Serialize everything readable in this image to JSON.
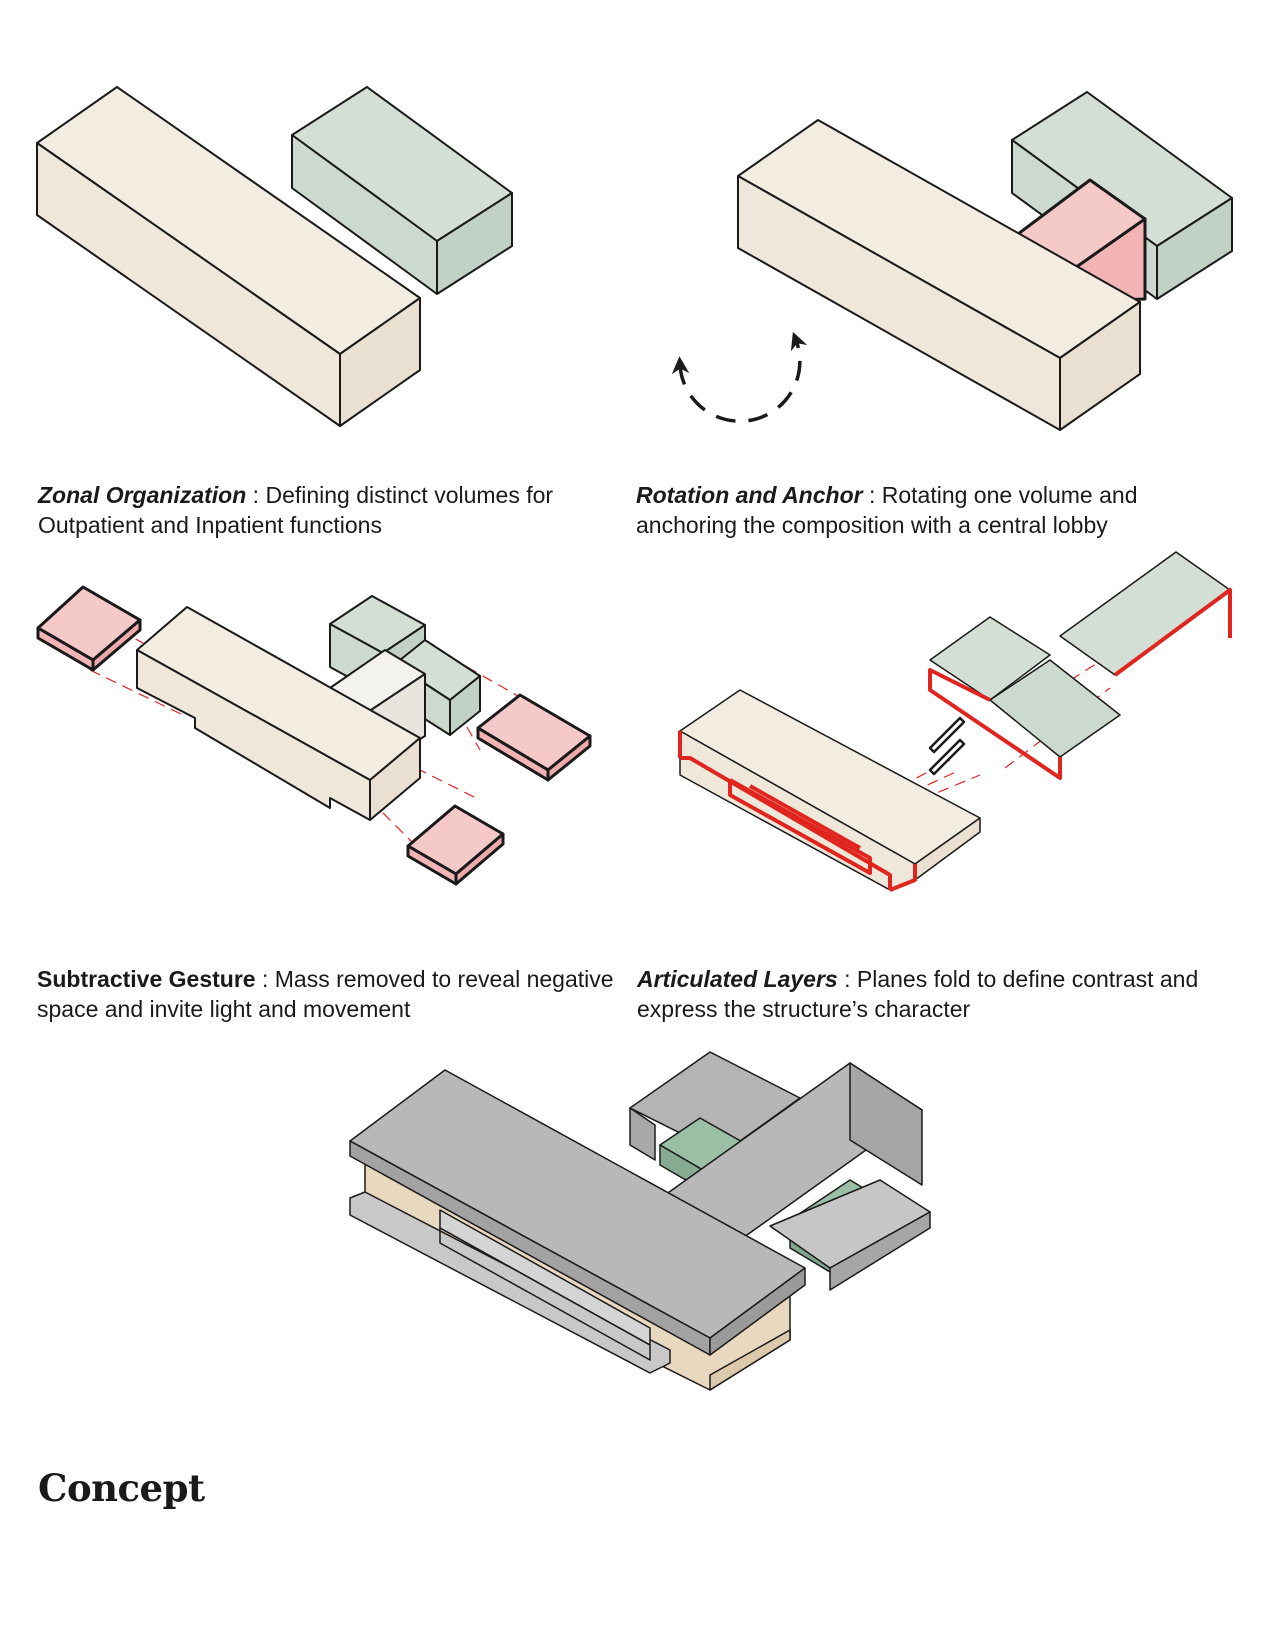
{
  "colors": {
    "cream": "#f1eadf",
    "sage": "#cfdcd2",
    "pink": "#f6c3c3",
    "red": "#e0251f",
    "grey_roof": "#b8b8b8",
    "tan": "#e8d8bf",
    "deep_green": "#7fa58b",
    "outline": "#1a1a1a"
  },
  "icons": [
    "rotation-arrows-icon"
  ],
  "captions": [
    {
      "title": "Zonal Organization",
      "separator": " : ",
      "text": "Defining distinct volumes for Outpatient and Inpatient functions",
      "title_style": "bold-italic"
    },
    {
      "title": "Rotation and Anchor",
      "separator": " : ",
      "text": "Rotating one volume and anchoring the composition with a central lobby",
      "title_style": "bold-italic"
    },
    {
      "title": "Subtractive Gesture",
      "separator": " : ",
      "text": "Mass removed to reveal negative space and invite light and movement",
      "title_style": "bold"
    },
    {
      "title": "Articulated Layers",
      "separator": " : ",
      "text": "Planes fold to define contrast and express the structure’s character",
      "title_style": "bold-italic"
    }
  ],
  "page_title": "Concept"
}
